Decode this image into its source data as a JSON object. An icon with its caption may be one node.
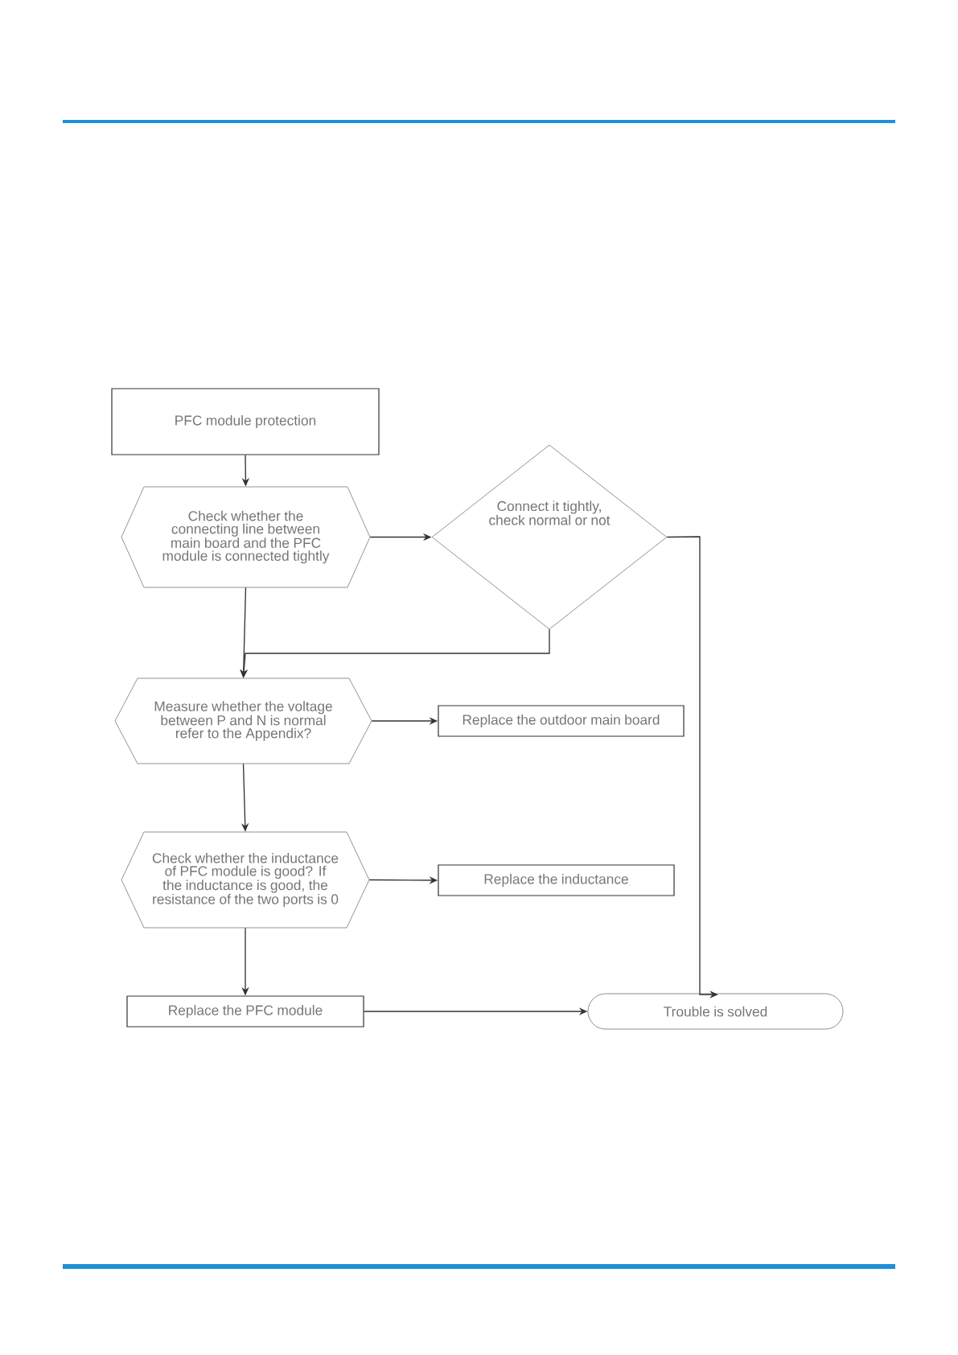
{
  "diagram": {
    "nodes": [
      {
        "text": [
          "PFC module protection"
        ]
      },
      {
        "text": [
          "Check whether the connecting line between main board and the PFC module is connected tightly"
        ]
      },
      {
        "text": [
          "Connect it tightly, check normal or not"
        ]
      },
      {
        "text": [
          "Measure whether the voltage between P and N is normal refer to the Appendix?"
        ]
      },
      {
        "text": [
          "Replace the outdoor main board"
        ]
      },
      {
        "text": [
          "Check whether the inductance of PFC module is good? If the inductance is good, the resistance of the two ports is 0"
        ]
      },
      {
        "text": [
          "Replace the inductance"
        ]
      },
      {
        "text": [
          "Replace the PFC module"
        ]
      },
      {
        "text": [
          "Trouble is solved"
        ]
      }
    ],
    "edges": [
      {
        "from": 0,
        "to": 1,
        "arrow": "to"
      },
      {
        "from": 1,
        "to": 2,
        "arrow": "to"
      },
      {
        "from": 1,
        "to": 3,
        "arrow": "to"
      },
      {
        "from": 2,
        "to": 3,
        "arrow": "to"
      },
      {
        "from": 2,
        "to": 8,
        "arrow": "to"
      },
      {
        "from": 3,
        "to": 4,
        "arrow": "to"
      },
      {
        "from": 3,
        "to": 5,
        "arrow": "to"
      },
      {
        "from": 5,
        "to": 6,
        "arrow": "to"
      },
      {
        "from": 5,
        "to": 7,
        "arrow": "to"
      },
      {
        "from": 7,
        "to": 8,
        "arrow": "to"
      }
    ]
  }
}
